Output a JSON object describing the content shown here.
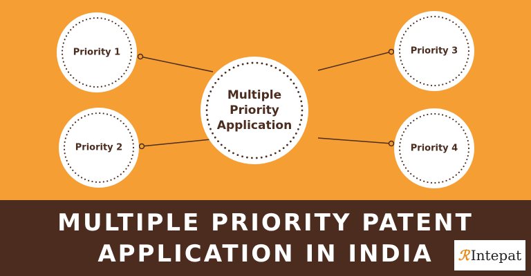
{
  "center": {
    "label": "Multiple Priority Application"
  },
  "nodes": [
    {
      "label": "Priority 1"
    },
    {
      "label": "Priority 2"
    },
    {
      "label": "Priority 3"
    },
    {
      "label": "Priority 4"
    }
  ],
  "title": {
    "line1": "MULTIPLE PRIORITY PATENT",
    "line2": "APPLICATION IN INDIA"
  },
  "logo": {
    "text": "Intepat"
  },
  "colors": {
    "background": "#f59e33",
    "band": "#4b2c1f",
    "circle": "#ffffff",
    "text": "#4b2c1f"
  }
}
